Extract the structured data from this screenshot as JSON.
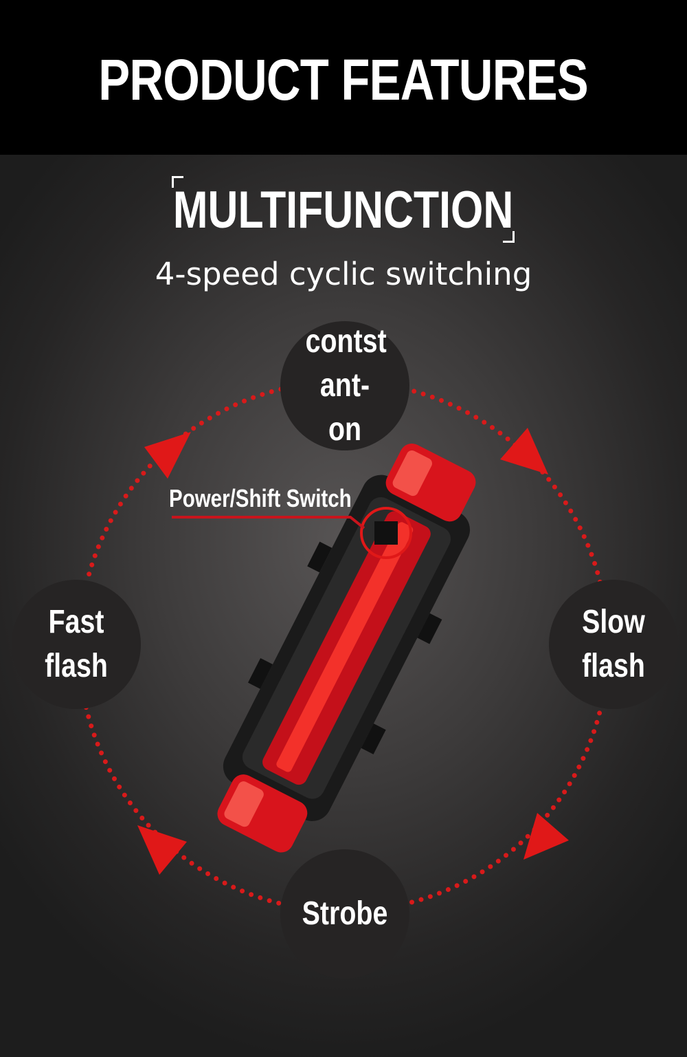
{
  "header": {
    "title": "PRODUCT FEATURES"
  },
  "feature": {
    "title": "MULTIFUNCTION",
    "tagline": "4-speed cyclic switching"
  },
  "modes": {
    "top": "contst ant-on",
    "right": "Slow flash",
    "bottom": "Strobe",
    "left": "Fast flash"
  },
  "product": {
    "switch_label": "Power/Shift Switch"
  },
  "colors": {
    "accent": "#e01818",
    "band": "#000000",
    "circle": "#262424"
  }
}
